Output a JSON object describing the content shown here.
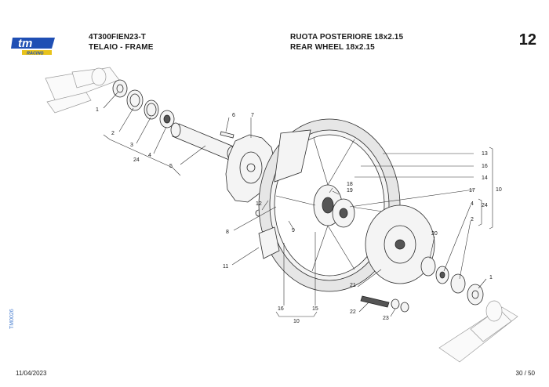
{
  "header": {
    "model_code": "4T300FIEN23-T",
    "section": "TELAIO - FRAME",
    "title_it": "RUOTA POSTERIORE 18x2.15",
    "title_en": "REAR WHEEL 18x2.15",
    "page_number": "12"
  },
  "logo": {
    "text": "tm",
    "subtext": "RACING",
    "color": "#1f4fb4",
    "accent": "#e8c31b"
  },
  "side_code": "TM0026",
  "footer": {
    "date": "11/04/2023",
    "page_of": "30 / 50"
  },
  "callouts": {
    "c1": "1",
    "c2": "2",
    "c3": "3",
    "c4": "4",
    "c24": "24",
    "c5": "5",
    "c6": "6",
    "c7": "7",
    "c8": "8",
    "c9": "9",
    "c11": "11",
    "c12": "12",
    "c13": "13",
    "c16": "16",
    "c14": "14",
    "c18": "18",
    "c19": "19",
    "c17": "17",
    "c10r": "10",
    "c4r": "4",
    "c24r": "24",
    "c2r": "2",
    "c20": "20",
    "c1r": "1",
    "c21": "21",
    "c22": "22",
    "c23": "23",
    "c16b": "16",
    "c15b": "15",
    "c10b": "10"
  }
}
